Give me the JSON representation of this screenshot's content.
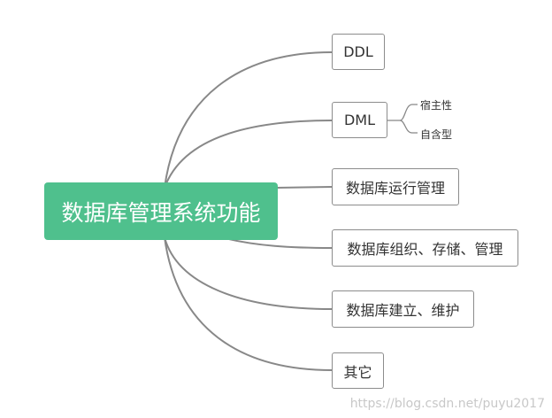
{
  "diagram": {
    "root_label": "数据库管理系统功能",
    "branches": [
      {
        "label": "DDL"
      },
      {
        "label": "DML",
        "children": [
          "宿主性",
          "自含型"
        ]
      },
      {
        "label": "数据库运行管理"
      },
      {
        "label": "数据库组织、存储、管理"
      },
      {
        "label": "数据库建立、维护"
      },
      {
        "label": "其它"
      }
    ]
  },
  "colors": {
    "root_fill": "#4fc08d",
    "edge": "#888888",
    "node_border": "#8c8c8c"
  },
  "watermark": "https://blog.csdn.net/puyu2017"
}
